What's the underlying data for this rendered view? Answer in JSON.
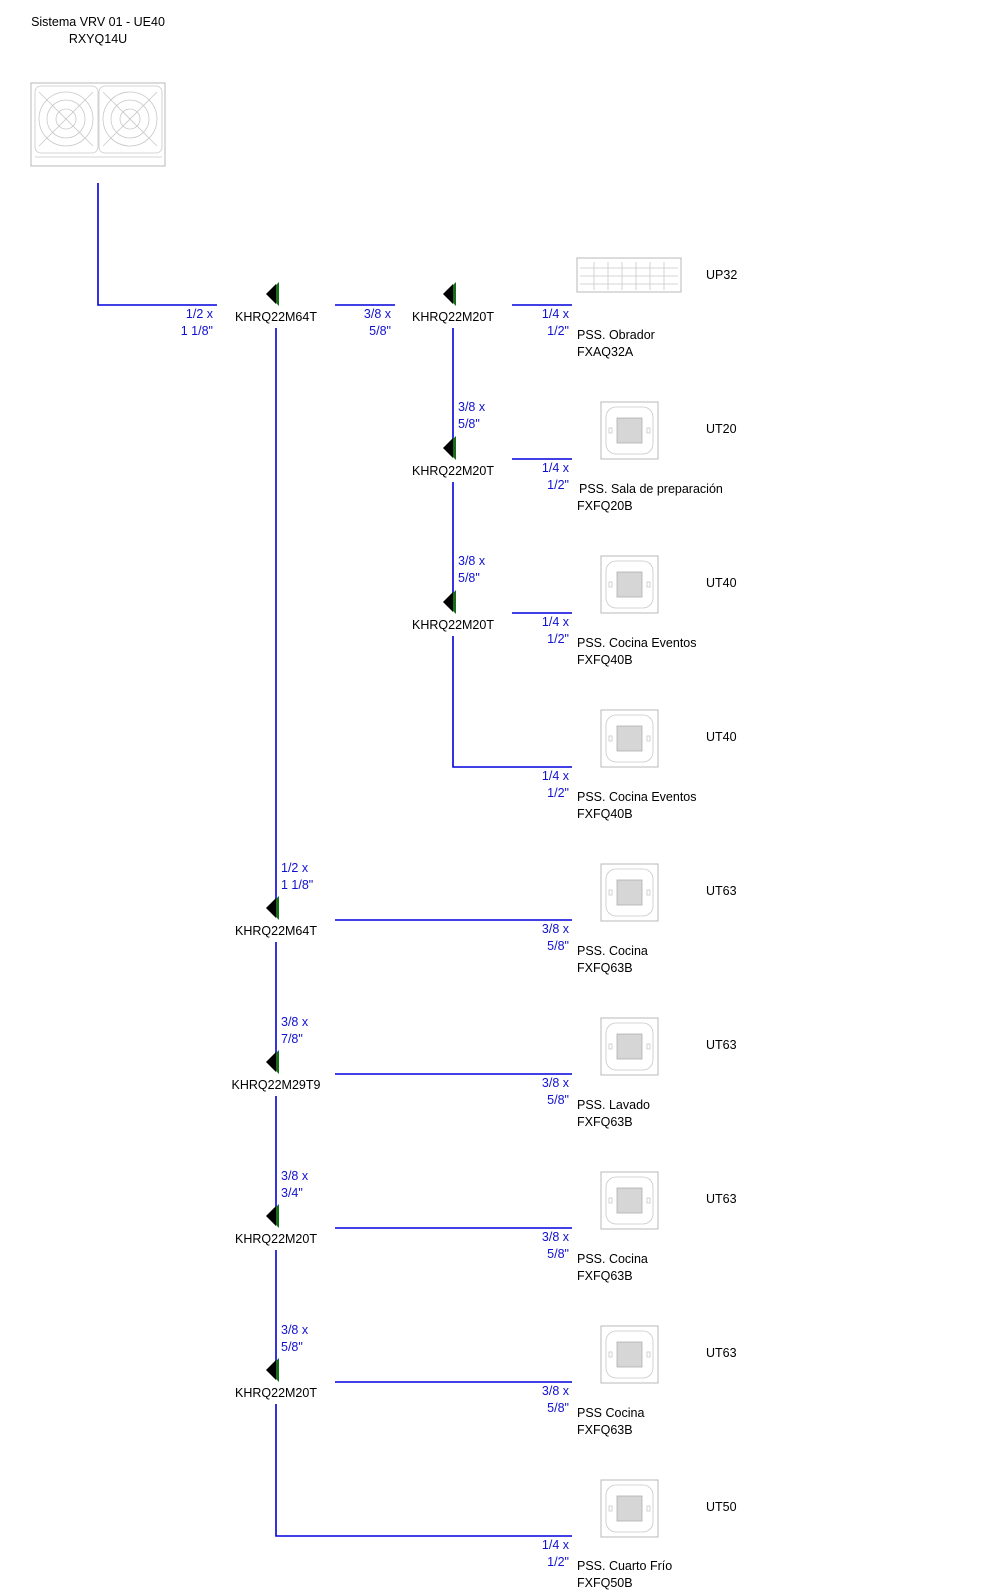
{
  "system": {
    "title": "Sistema VRV 01 - UE40",
    "model": "RXYQ14U"
  },
  "colors": {
    "pipe": "#0000dd",
    "pipe_label": "#1010d0",
    "joint": "#000000",
    "joint_accent": "#1a6b1a"
  },
  "joints": [
    {
      "id": "j1",
      "label": "KHRQ22M64T"
    },
    {
      "id": "j2",
      "label": "KHRQ22M20T"
    },
    {
      "id": "j3",
      "label": "KHRQ22M20T"
    },
    {
      "id": "j4",
      "label": "KHRQ22M20T"
    },
    {
      "id": "j5",
      "label": "KHRQ22M64T"
    },
    {
      "id": "j6",
      "label": "KHRQ22M29T9"
    },
    {
      "id": "j7",
      "label": "KHRQ22M20T"
    },
    {
      "id": "j8",
      "label": "KHRQ22M20T"
    }
  ],
  "pipes": [
    {
      "id": "p-main",
      "line1": "1/2 x",
      "line2": "1 1/8\""
    },
    {
      "id": "p-j1-j2",
      "line1": "3/8 x",
      "line2": "5/8\""
    },
    {
      "id": "p-j2-j3",
      "line1": "3/8 x",
      "line2": "5/8\""
    },
    {
      "id": "p-j3-j4",
      "line1": "3/8 x",
      "line2": "5/8\""
    },
    {
      "id": "p-j1-j5",
      "line1": "1/2 x",
      "line2": "1 1/8\""
    },
    {
      "id": "p-j5-j6",
      "line1": "3/8 x",
      "line2": "7/8\""
    },
    {
      "id": "p-j6-j7",
      "line1": "3/8 x",
      "line2": "3/4\""
    },
    {
      "id": "p-j7-j8",
      "line1": "3/8 x",
      "line2": "5/8\""
    }
  ],
  "units": [
    {
      "code": "UP32",
      "room": "PSS. Obrador",
      "model": "FXAQ32A",
      "pipe1": "1/4 x",
      "pipe2": "1/2\"",
      "kind": "wall"
    },
    {
      "code": "UT20",
      "room": "PSS. Sala de preparación",
      "model": "FXFQ20B",
      "pipe1": "1/4 x",
      "pipe2": "1/2\"",
      "kind": "cassette"
    },
    {
      "code": "UT40",
      "room": "PSS. Cocina Eventos",
      "model": "FXFQ40B",
      "pipe1": "1/4 x",
      "pipe2": "1/2\"",
      "kind": "cassette"
    },
    {
      "code": "UT40",
      "room": "PSS. Cocina Eventos",
      "model": "FXFQ40B",
      "pipe1": "1/4 x",
      "pipe2": "1/2\"",
      "kind": "cassette"
    },
    {
      "code": "UT63",
      "room": "PSS. Cocina",
      "model": "FXFQ63B",
      "pipe1": "3/8 x",
      "pipe2": "5/8\"",
      "kind": "cassette"
    },
    {
      "code": "UT63",
      "room": "PSS. Lavado",
      "model": "FXFQ63B",
      "pipe1": "3/8 x",
      "pipe2": "5/8\"",
      "kind": "cassette"
    },
    {
      "code": "UT63",
      "room": "PSS. Cocina",
      "model": "FXFQ63B",
      "pipe1": "3/8 x",
      "pipe2": "5/8\"",
      "kind": "cassette"
    },
    {
      "code": "UT63",
      "room": "PSS Cocina",
      "model": "FXFQ63B",
      "pipe1": "3/8 x",
      "pipe2": "5/8\"",
      "kind": "cassette"
    },
    {
      "code": "UT50",
      "room": "PSS. Cuarto Frío",
      "model": "FXFQ50B",
      "pipe1": "1/4 x",
      "pipe2": "1/2\"",
      "kind": "cassette"
    }
  ]
}
